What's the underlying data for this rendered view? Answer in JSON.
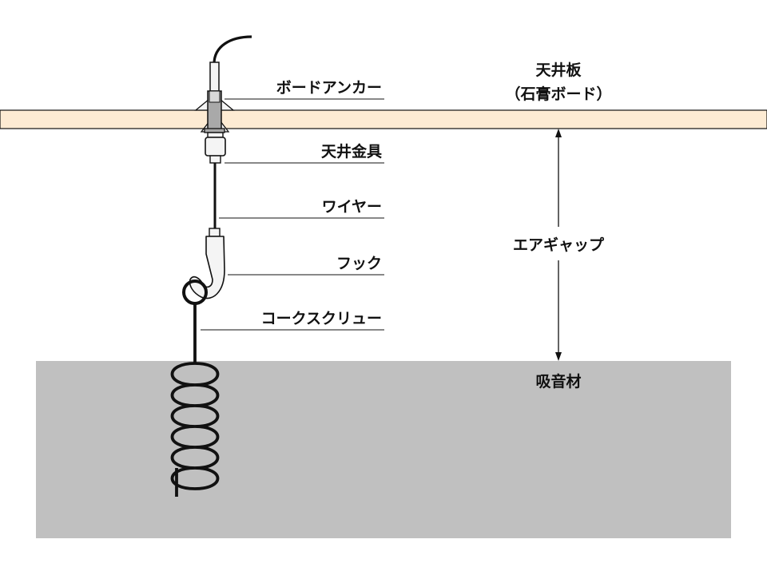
{
  "labels": {
    "board_anchor": "ボードアンカー",
    "ceiling_fitting": "天井金具",
    "wire": "ワイヤー",
    "hook": "フック",
    "cork_screw": "コークスクリュー",
    "ceiling_board_line1": "天井板",
    "ceiling_board_line2": "（石膏ボード）",
    "air_gap": "エアギャップ",
    "absorber": "吸音材"
  },
  "colors": {
    "ceiling_board": "#fdebd3",
    "absorber": "#c0c0c0",
    "stroke": "#111111",
    "metal": "#a9a9a9",
    "metal_light": "#f4f4f4"
  }
}
